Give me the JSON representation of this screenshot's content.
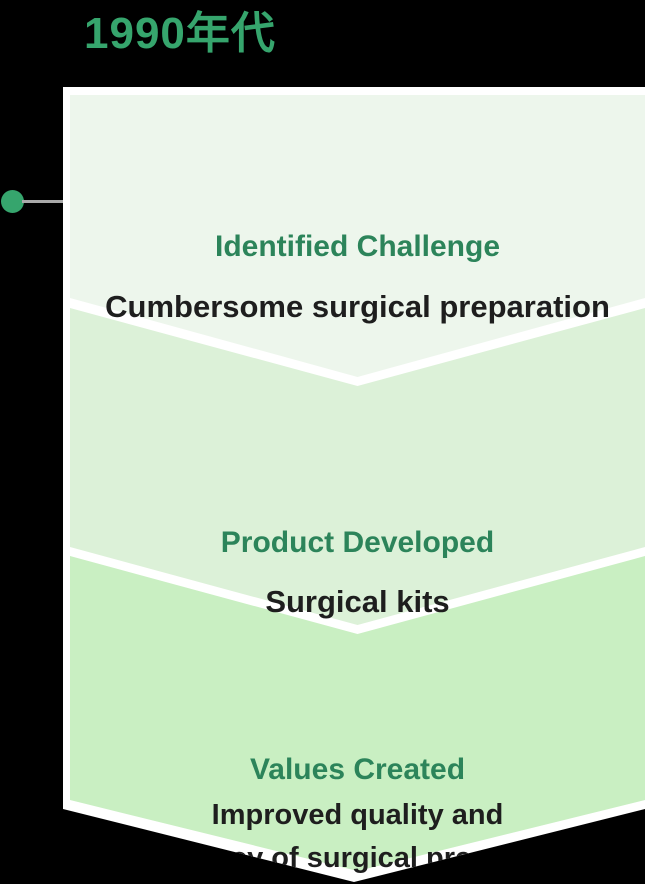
{
  "era": {
    "label": "1990年代"
  },
  "sections": [
    {
      "title": "Identified Challenge",
      "body": "Cumbersome surgical preparation"
    },
    {
      "title": "Product Developed",
      "body": "Surgical kits"
    },
    {
      "title": "Values Created",
      "body_lines": [
        "Improved quality and",
        "efficiency of surgical preparation"
      ]
    }
  ],
  "colors": {
    "accent_green": "#36a56d",
    "heading_green": "#2c845a",
    "section1_bg": "#edf6ec",
    "section2_bg": "#dcf1d8",
    "section3_bg": "#c9efc2",
    "connector_gray": "#a9a9a9",
    "body_text": "#1e1e1e",
    "card_bg": "#ffffff"
  }
}
